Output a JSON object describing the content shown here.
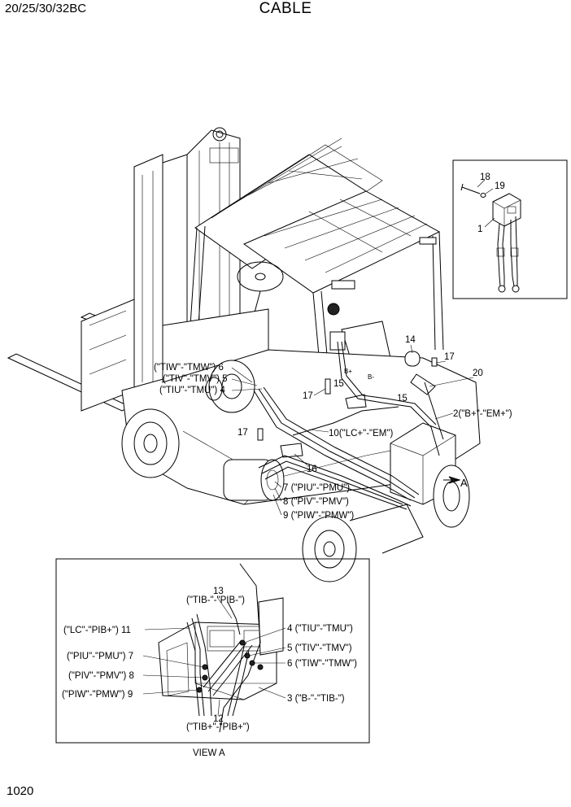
{
  "header": {
    "model": "20/25/30/32BC",
    "title": "CABLE"
  },
  "page_number": "1020",
  "view_label": "VIEW A",
  "arrow_label": "A",
  "callouts_main": {
    "c18": "18",
    "c19": "19",
    "c1": "1",
    "c14": "14",
    "c17a": "17",
    "c20": "20",
    "c6": "(\"TIW\"-\"TMW\") 6",
    "c5": "(\"TIV\"-\"TMV\") 5",
    "c4": "(\"TIU\"-\"TMU\") 4",
    "c15a": "15",
    "c17b": "17",
    "c15b": "15",
    "c2": "2(\"B+\"-\"EM+\")",
    "c17c": "17",
    "c10": "10(\"LC+\"-\"EM\")",
    "c16": "16",
    "c7": "7 (\"PIU\"-\"PMU\")",
    "c8": "8 (\"PIV\"-\"PMV\")",
    "c9": "9 (\"PIW\"-\"PMW\")",
    "bplus": "B+",
    "bminus": "B-"
  },
  "callouts_view": {
    "c13n": "13",
    "c13": "(\"TIB-\"-\"PIB-\")",
    "c11": "(\"LC\"-\"PIB+\") 11",
    "c4": "4 (\"TIU\"-\"TMU\")",
    "c5": "5 (\"TIV\"-\"TMV\")",
    "c6": "6 (\"TIW\"-\"TMW\")",
    "c7": "(\"PIU\"-\"PMU\") 7",
    "c8": "(\"PIV\"-\"PMV\") 8",
    "c9": "(\"PIW\"-\"PMW\") 9",
    "c3": "3 (\"B-\"-\"TIB-\")",
    "c12n": "12",
    "c12": "(\"TIB+\"-\"PIB+\")"
  }
}
